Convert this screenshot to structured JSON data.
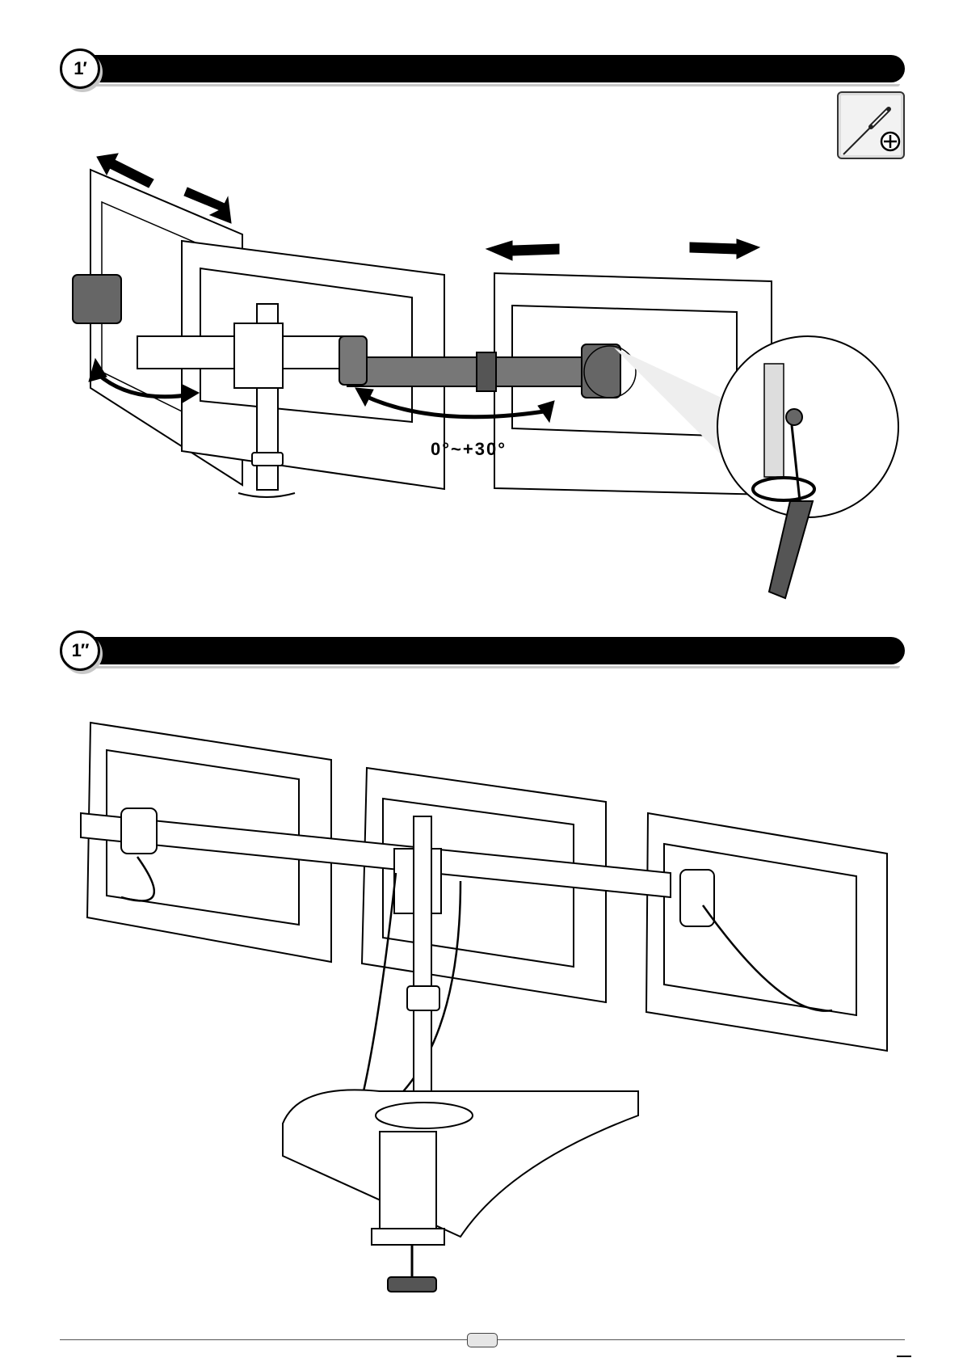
{
  "steps": [
    {
      "label": "1′"
    },
    {
      "label": "1″"
    }
  ],
  "tool": {
    "icon": "phillips-screwdriver-icon"
  },
  "figure1": {
    "tilt_range": "0°~+30°"
  },
  "colors": {
    "ink": "#000000",
    "arm_dark": "#6f6f6f",
    "panel": "#ffffff"
  }
}
